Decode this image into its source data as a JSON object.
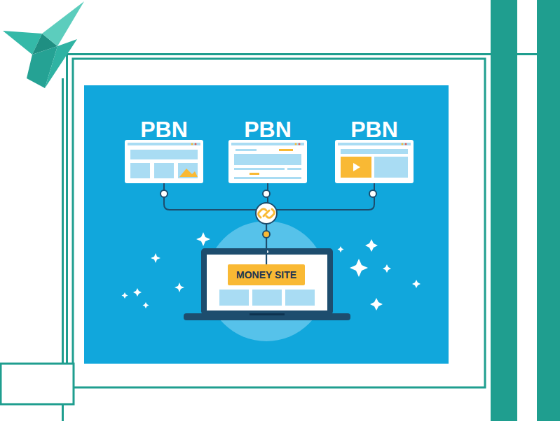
{
  "diagram": {
    "nodes": [
      {
        "text": [
          "PBN"
        ]
      },
      {
        "text": [
          "PBN"
        ]
      },
      {
        "text": [
          "PBN"
        ]
      },
      {
        "text": [
          "MONEY SITE"
        ]
      }
    ],
    "edges": [
      {
        "from": 0,
        "to": 3,
        "arrow": "none"
      },
      {
        "from": 1,
        "to": 3,
        "arrow": "none"
      },
      {
        "from": 2,
        "to": 3,
        "arrow": "none"
      }
    ]
  }
}
